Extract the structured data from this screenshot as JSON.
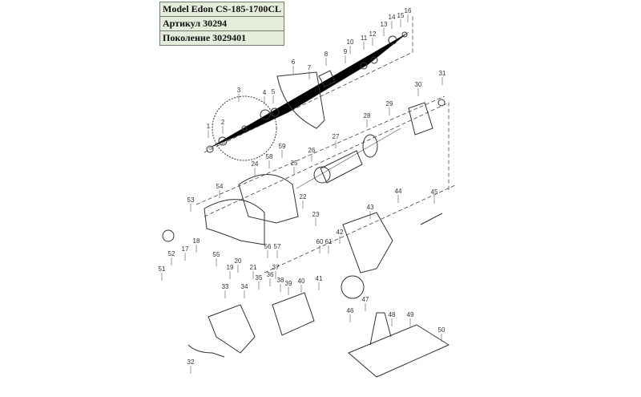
{
  "header": {
    "model": "Model  Edon CS-185-1700CL",
    "article": "Артикул  30294",
    "generation": "Поколение  3029401"
  },
  "part_labels": [
    "1",
    "2",
    "3",
    "4",
    "5",
    "6",
    "7",
    "8",
    "9",
    "10",
    "11",
    "12",
    "13",
    "14",
    "15",
    "16",
    "17",
    "18",
    "19",
    "20",
    "21",
    "22",
    "23",
    "24",
    "25",
    "26",
    "27",
    "28",
    "29",
    "30",
    "31",
    "32",
    "33",
    "34",
    "35",
    "36",
    "37",
    "38",
    "39",
    "40",
    "41",
    "42",
    "43",
    "44",
    "45",
    "46",
    "47",
    "48",
    "49",
    "50",
    "51",
    "52",
    "53",
    "54",
    "55",
    "56",
    "57",
    "58",
    "59",
    "60",
    "61"
  ]
}
